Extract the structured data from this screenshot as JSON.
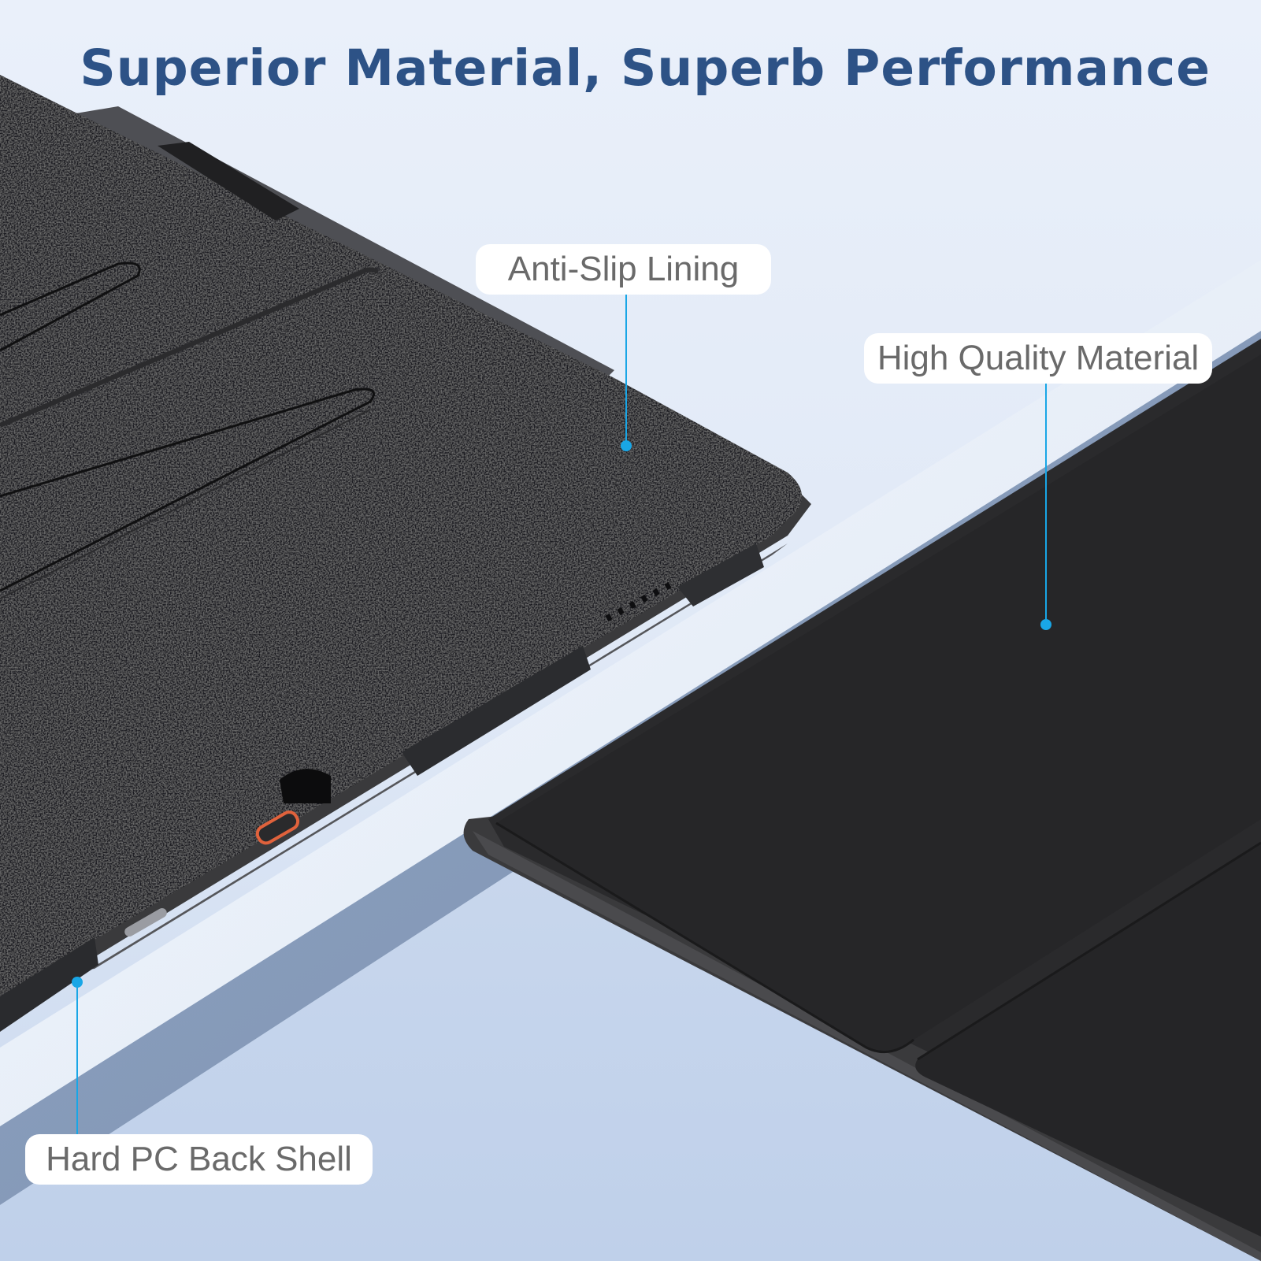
{
  "headline": "Superior Material, Superb Performance",
  "callouts": {
    "anti_slip": "Anti-Slip Lining",
    "high_quality": "High Quality Material",
    "hard_shell": "Hard PC Back Shell"
  },
  "colors": {
    "headline": "#2d5286",
    "accent": "#19a6e6",
    "label_text": "#6a6a6a",
    "background": "#e6edf8"
  }
}
